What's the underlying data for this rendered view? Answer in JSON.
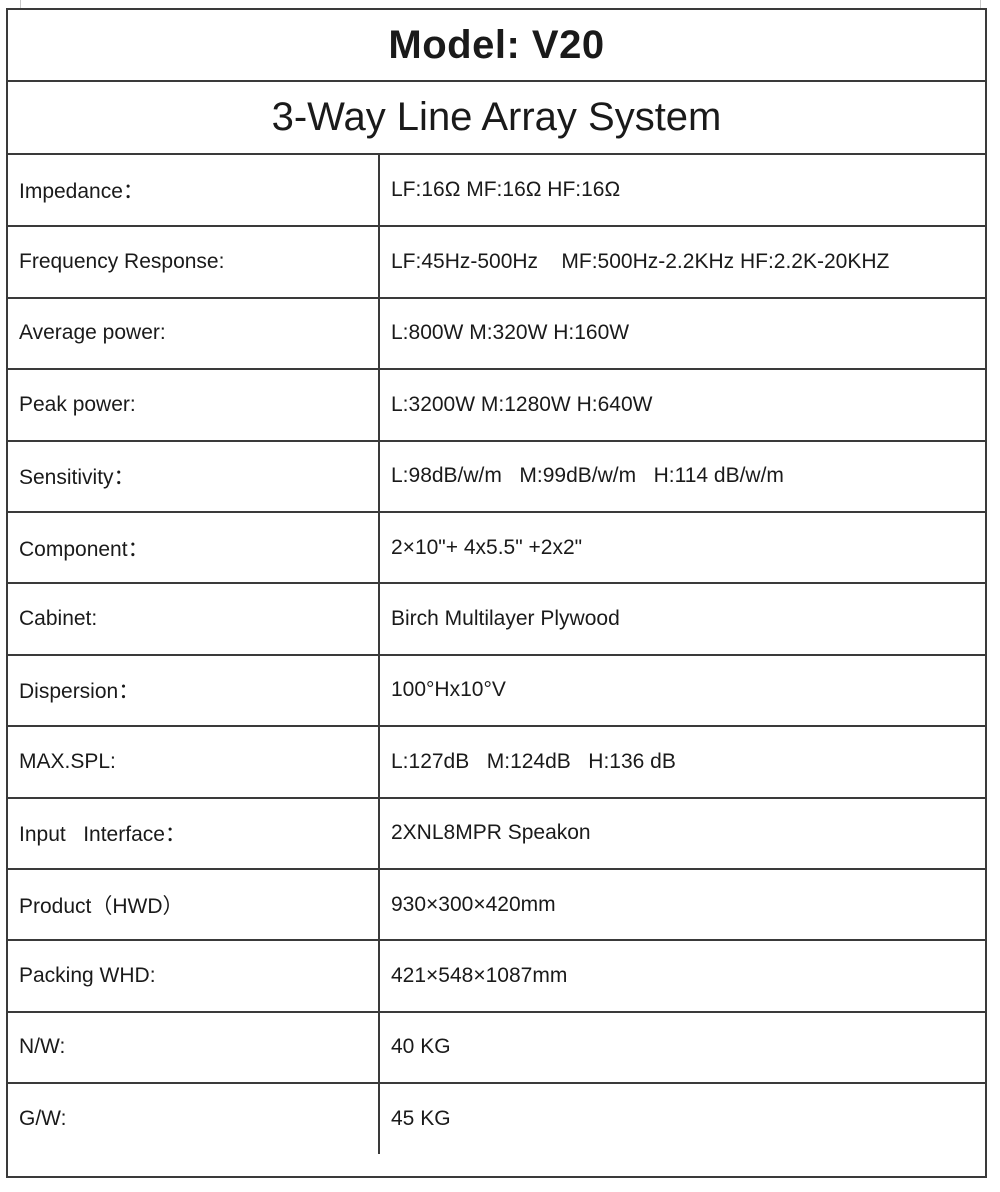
{
  "title": "Model: V20",
  "subtitle": "3-Way Line Array System",
  "specs": [
    {
      "label": "Impedance：",
      "value": "LF:16Ω MF:16Ω HF:16Ω"
    },
    {
      "label": "Frequency Response:",
      "value": "LF:45Hz-500Hz    MF:500Hz-2.2KHz HF:2.2K-20KHZ"
    },
    {
      "label": "Average power:",
      "value": "L:800W M:320W H:160W"
    },
    {
      "label": "Peak power:",
      "value": "L:3200W M:1280W H:640W"
    },
    {
      "label": "Sensitivity：",
      "value": "L:98dB/w/m   M:99dB/w/m   H:114 dB/w/m"
    },
    {
      "label": "Component：",
      "value": "2×10\"+ 4x5.5\" +2x2\""
    },
    {
      "label": "Cabinet:",
      "value": "Birch Multilayer Plywood"
    },
    {
      "label": "Dispersion：",
      "value": "100°Hx10°V"
    },
    {
      "label": "MAX.SPL:",
      "value": "L:127dB   M:124dB   H:136 dB"
    },
    {
      "label": "Input   Interface：",
      "value": "2XNL8MPR Speakon"
    },
    {
      "label": "Product（HWD）",
      "value": "930×300×420mm"
    },
    {
      "label": "Packing WHD:",
      "value": "421×548×1087mm"
    },
    {
      "label": "N/W:",
      "value": "40 KG"
    },
    {
      "label": "G/W:",
      "value": "45 KG"
    }
  ]
}
